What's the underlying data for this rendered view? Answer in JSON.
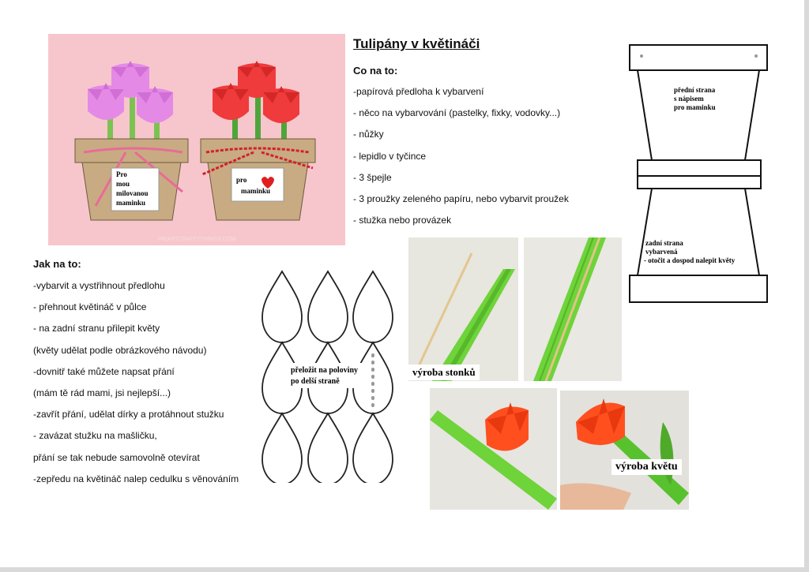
{
  "title": "Tulipány v květináči",
  "materials": {
    "heading": "Co na to:",
    "items": [
      "-papírová předloha k vybarvení",
      "- něco na vybarvování (pastelky, fixky, vodovky...)",
      "- nůžky",
      "- lepidlo v tyčince",
      "- 3 špejle",
      "- 3 proužky zeleného papíru, nebo vybarvit proužek",
      "- stužka nebo provázek"
    ]
  },
  "steps": {
    "heading": "Jak na to:",
    "items": [
      "-vybarvit a vystřihnout předlohu",
      "- přehnout květináč v půlce",
      "- na zadní stranu přilepit květy",
      "(květy udělat podle obrázkového návodu)",
      "-dovnitř také můžete napsat přání",
      "(mám tě rád mami, jsi nejlepší...)",
      "-zavřít přání, udělat dírky a protáhnout stužku",
      "- zavázat stužku na mašličku,",
      " přání se tak nebude samovolně otevírat",
      "-zepředu na květináč nalep cedulku s věnováním"
    ]
  },
  "photo_main": {
    "pot1_card": [
      "Pro",
      "mou",
      "milovanou",
      "maminku"
    ],
    "pot2_card": [
      "pro",
      "maminku"
    ],
    "watermark": "IHEARTCRAFTYTHINGS.COM",
    "colors": {
      "background": "#f7c6cc",
      "pink_tulip": "#e48ae6",
      "red_tulip": "#ef3b3b",
      "pot": "#c8ab82",
      "stem": "#7cc251"
    }
  },
  "petal_template": {
    "fold_label_line1": "přeložit na poloviny",
    "fold_label_line2": "po delší straně"
  },
  "stem_photos": {
    "caption": "výroba stonků"
  },
  "flower_photos": {
    "caption": "výroba květu"
  },
  "pot_template": {
    "front_label": [
      "přední strana",
      "s nápisem",
      "pro maminku"
    ],
    "back_label": [
      "zadní strana",
      "vybarvená",
      " - otočit a dospod nalepit květy"
    ]
  }
}
